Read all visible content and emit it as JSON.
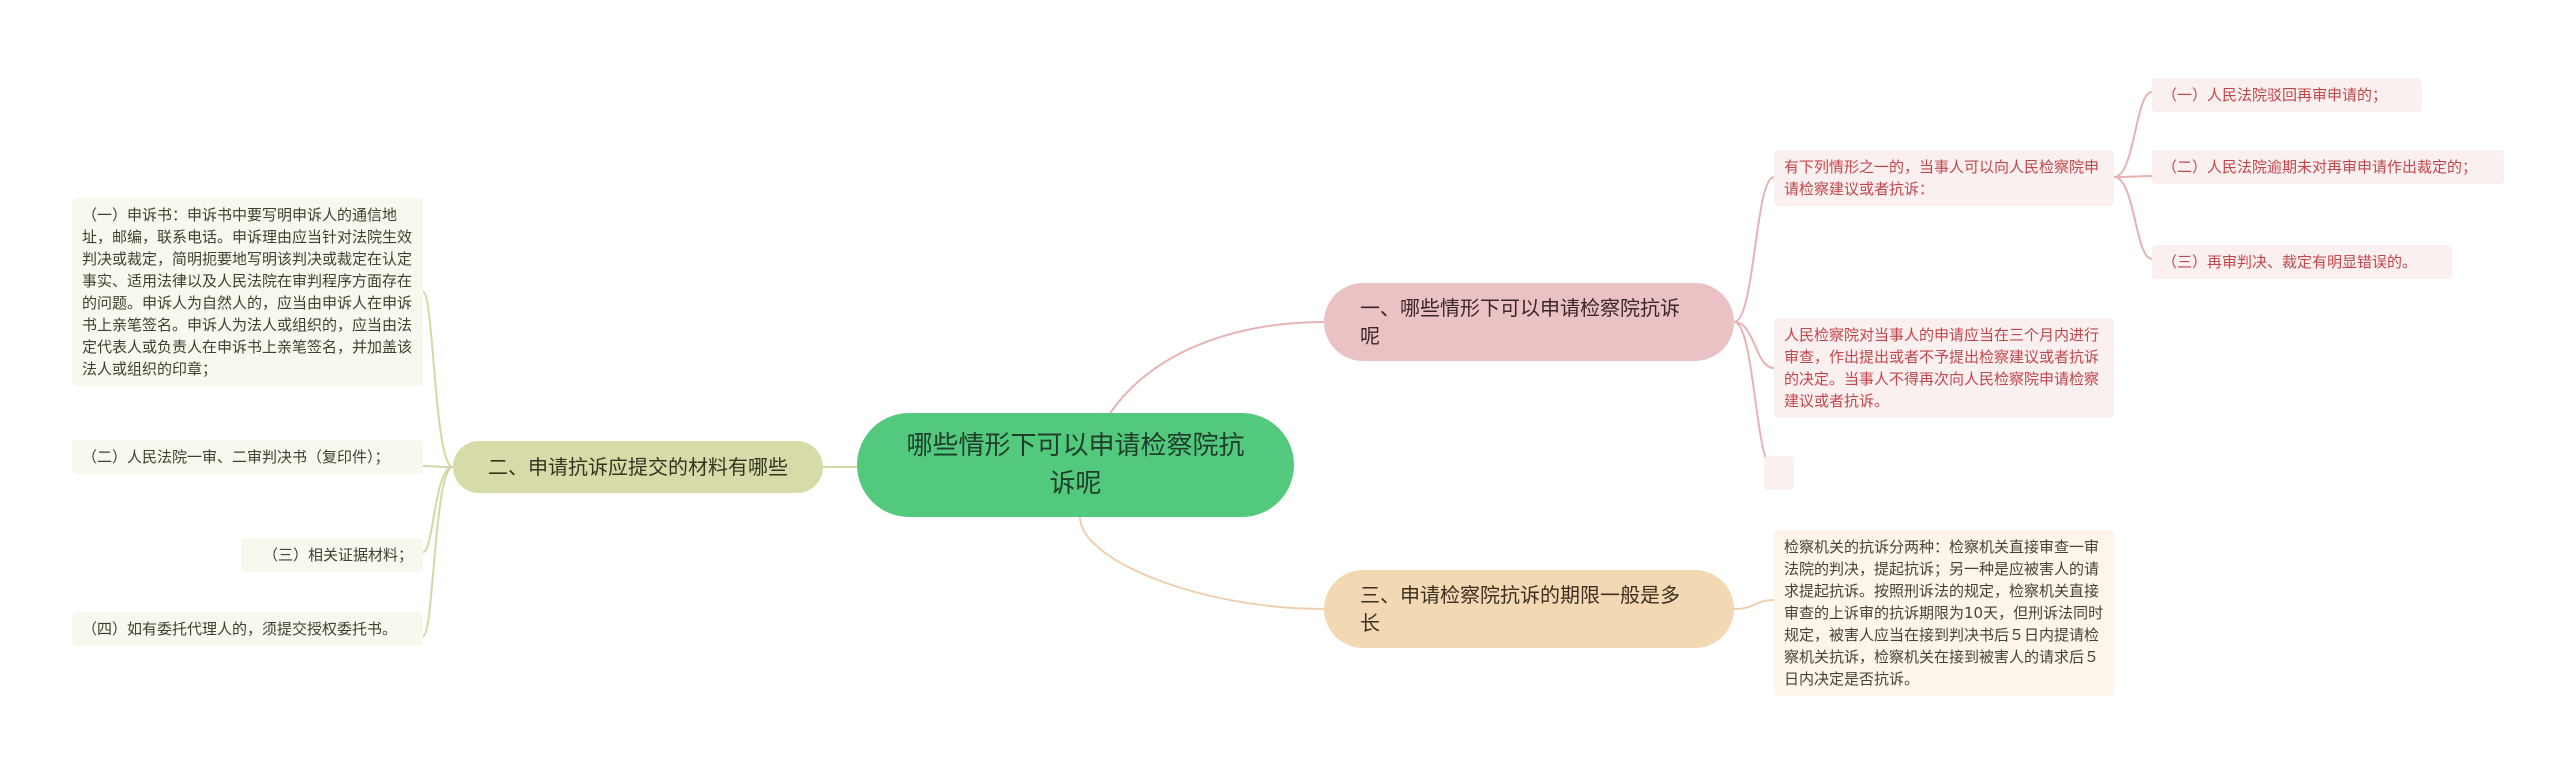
{
  "root": "哪些情形下可以申请检察院抗诉呢",
  "branches": [
    {
      "label": "一、哪些情形下可以申请检察院抗诉呢",
      "children": [
        {
          "text": "有下列情形之一的，当事人可以向人民检察院申请检察建议或者抗诉：",
          "children": [
            "（一）人民法院驳回再审申请的；",
            "（二）人民法院逾期未对再审申请作出裁定的；",
            "（三）再审判决、裁定有明显错误的。"
          ]
        },
        {
          "text": "人民检察院对当事人的申请应当在三个月内进行审查，作出提出或者不予提出检察建议或者抗诉的决定。当事人不得再次向人民检察院申请检察建议或者抗诉。"
        },
        {
          "text": ""
        }
      ]
    },
    {
      "label": "二、申请抗诉应提交的材料有哪些",
      "children": [
        "（一）申诉书：申诉书中要写明申诉人的通信地址，邮编，联系电话。申诉理由应当针对法院生效判决或裁定，简明扼要地写明该判决或裁定在认定事实、适用法律以及人民法院在审判程序方面存在的问题。申诉人为自然人的，应当由申诉人在申诉书上亲笔签名。申诉人为法人或组织的，应当由法定代表人或负责人在申诉书上亲笔签名，并加盖该法人或组织的印章；",
        "（二）人民法院一审、二审判决书（复印件）；",
        "（三）相关证据材料；",
        "（四）如有委托代理人的，须提交授权委托书。"
      ]
    },
    {
      "label": "三、申请检察院抗诉的期限一般是多长",
      "children": [
        "检察机关的抗诉分两种：检察机关直接审查一审法院的判决，提起抗诉；另一种是应被害人的请求提起抗诉。按照刑诉法的规定，检察机关直接审查的上诉审的抗诉期限为10天，但刑诉法同时规定，被害人应当在接到判决书后５日内提请检察机关抗诉，检察机关在接到被害人的请求后５日内决定是否抗诉。"
      ]
    }
  ],
  "colors": {
    "root": "#52c97c",
    "branch1": "#ebc2c4",
    "branch2": "#d6dba8",
    "branch3": "#f3d8b4",
    "line_pink": "#e6b3b5",
    "line_green": "#d3d8a6",
    "line_peach": "#eed0ad"
  }
}
